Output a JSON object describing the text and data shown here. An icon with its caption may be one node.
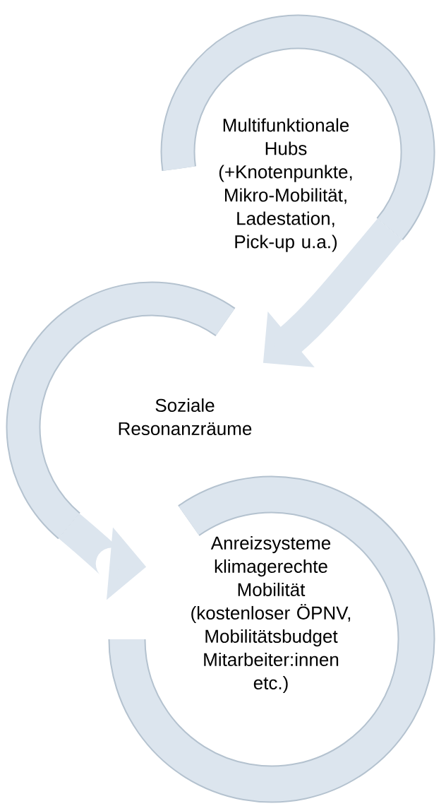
{
  "diagram": {
    "nodes": [
      {
        "text": [
          "Multifunktionale Hubs (+Knotenpunkte, Mikro-Mobilität, Ladestation, Pick-up u.a.)"
        ]
      },
      {
        "text": [
          "Soziale Resonanzräume"
        ]
      },
      {
        "text": [
          "Anreizsysteme klimagerechte Mobilität (kostenloser ÖPNV, Mobilitätsbudget Mitarbeiter:innen etc.)"
        ]
      }
    ],
    "edges": [
      {
        "from": 0,
        "to": 1,
        "arrow": "to"
      },
      {
        "from": 1,
        "to": 2,
        "arrow": "to"
      }
    ]
  }
}
